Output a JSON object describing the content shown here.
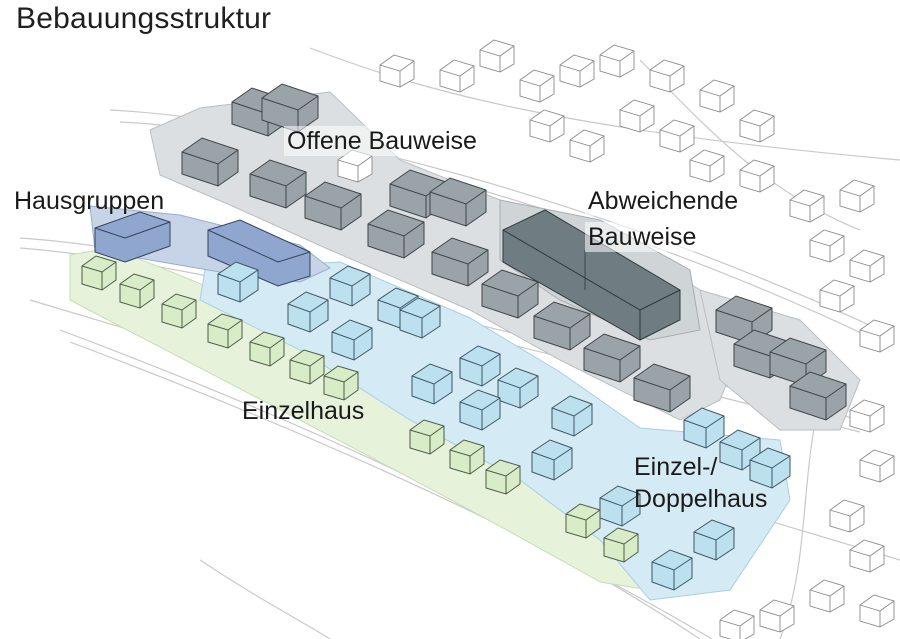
{
  "title": "Bebauungsstruktur",
  "labels": {
    "offen": "Offene Bauweise",
    "abweichend_1": "Abweichende",
    "abweichend_2": "Bauweise",
    "hausgruppen": "Hausgruppen",
    "einzelhaus": "Einzelhaus",
    "doppel_1": "Einzel-/",
    "doppel_2": "Doppelhaus"
  },
  "colors": {
    "einzelhaus": "#d8ecc8",
    "einzel_doppelhaus": "#c4e0ee",
    "hausgruppen": "#8fa6cf",
    "offene_bauweise": "#9aa4a8",
    "abweichende_bauweise": "#6f7e84",
    "context_buildings": "#ffffff"
  }
}
